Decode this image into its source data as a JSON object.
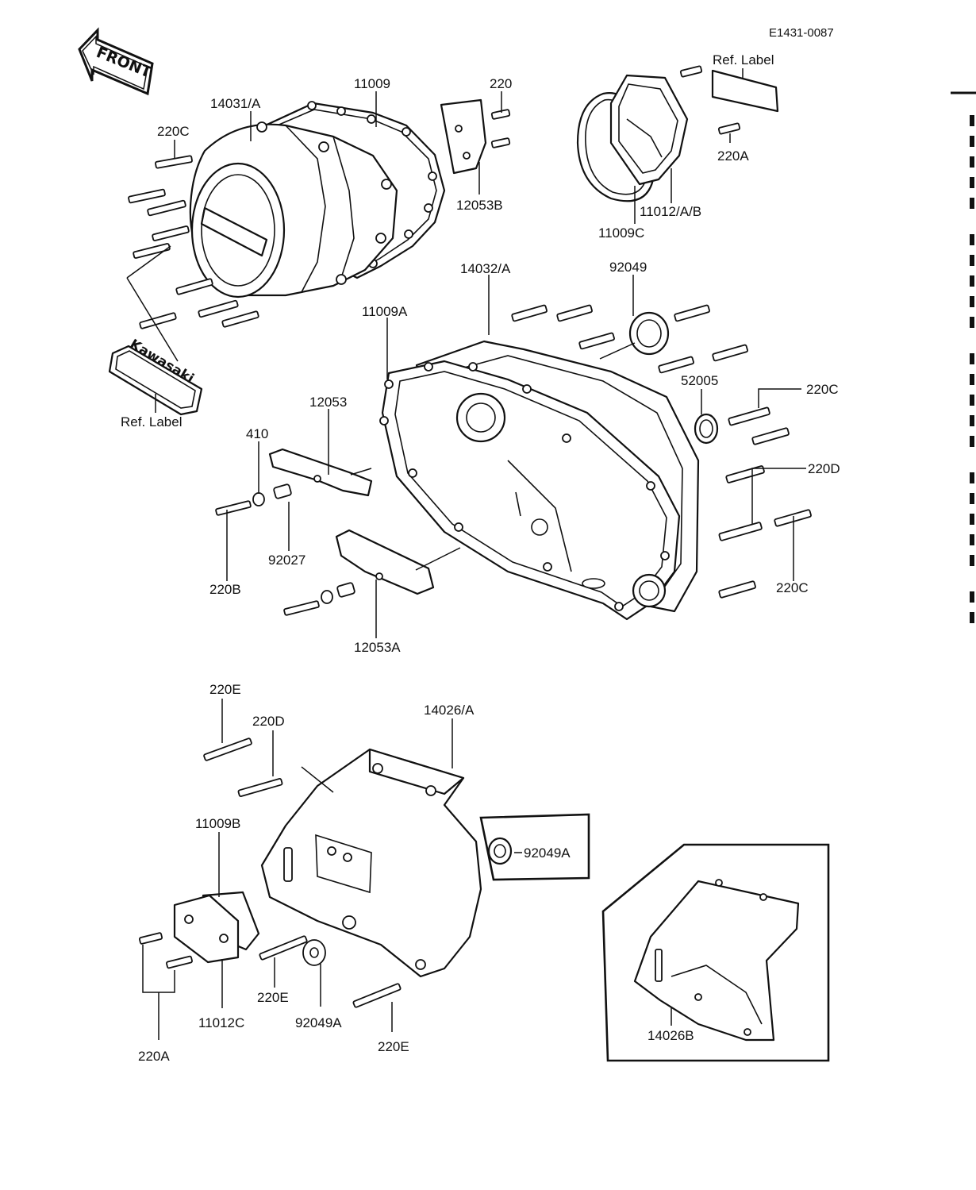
{
  "diagram_code": "E1431-0087",
  "front_arrow_text": "FRONT",
  "emblem_text": "Kawasaki",
  "labels": {
    "p14031A": "14031/A",
    "p11009": "11009",
    "p220_top": "220",
    "p220C_top": "220C",
    "p12053B": "12053B",
    "p_ref_label_top": "Ref.  Label",
    "p220A_top": "220A",
    "p11009C": "11009C",
    "p11012AB": "11012/A/B",
    "p14032A": "14032/A",
    "p92049": "92049",
    "p11009A": "11009A",
    "p52005": "52005",
    "p220C_right1": "220C",
    "p_ref_label_left": "Ref.  Label",
    "p12053": "12053",
    "p410": "410",
    "p220D_right": "220D",
    "p92027": "92027",
    "p220B": "220B",
    "p220C_right2": "220C",
    "p12053A": "12053A",
    "p220E_top": "220E",
    "p220D_bottom": "220D",
    "p14026A": "14026/A",
    "p11009B": "11009B",
    "p92049A_box": "92049A",
    "p220E_mid": "220E",
    "p92049A_bottom": "92049A",
    "p11012C": "11012C",
    "p220E_bottom": "220E",
    "p220A_bottom": "220A",
    "p14026B": "14026B"
  }
}
